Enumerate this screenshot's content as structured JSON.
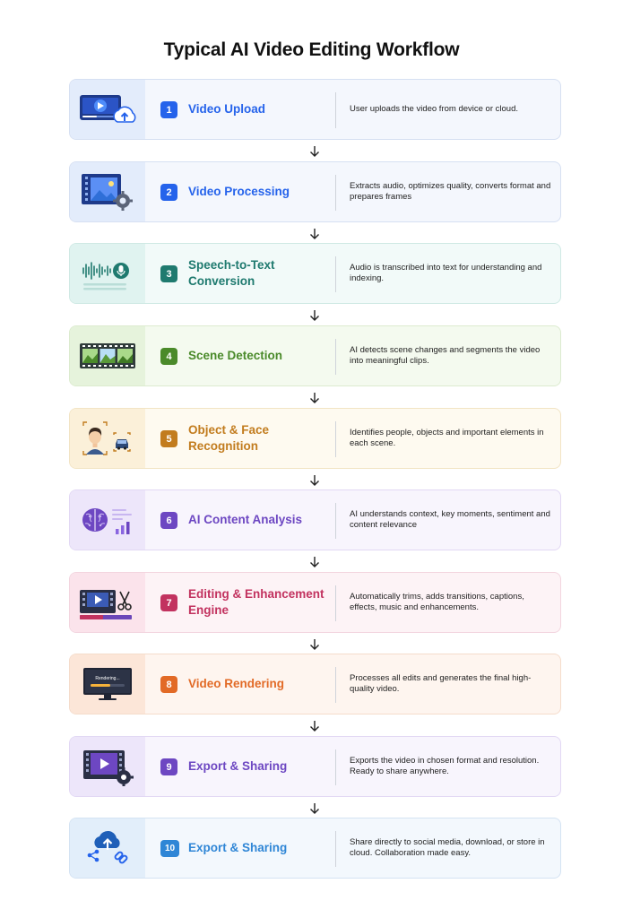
{
  "title": "Typical AI Video Editing Workflow",
  "steps": [
    {
      "number": "1",
      "title": "Video Upload",
      "description": "User uploads the video from device or cloud.",
      "icon": "video-upload-icon",
      "accent": "#2563eb",
      "panel": "#e3ecfb",
      "bg": "#f4f7fd",
      "border": "#d6e0f2"
    },
    {
      "number": "2",
      "title": "Video Processing",
      "description": "Extracts audio, optimizes quality, converts format and prepares frames",
      "icon": "video-processing-icon",
      "accent": "#2563eb",
      "panel": "#e3ecfb",
      "bg": "#f4f7fd",
      "border": "#d6e0f2"
    },
    {
      "number": "3",
      "title": "Speech-to-Text Conversion",
      "description": "Audio is transcribed into text for understanding and indexing.",
      "icon": "speech-to-text-icon",
      "accent": "#1f7a6f",
      "panel": "#e0f3f0",
      "bg": "#f2faf9",
      "border": "#cfe9e4"
    },
    {
      "number": "4",
      "title": "Scene Detection",
      "description": "AI detects scene changes and segments the video into meaningful clips.",
      "icon": "film-strip-icon",
      "accent": "#4a8a2a",
      "panel": "#e6f3dc",
      "bg": "#f4faef",
      "border": "#dcebcf"
    },
    {
      "number": "5",
      "title": "Object & Face Recognition",
      "description": "Identifies people, objects and important elements in each scene.",
      "icon": "face-recognition-icon",
      "accent": "#c27c1e",
      "panel": "#fbf0d9",
      "bg": "#fefaf0",
      "border": "#f2e4c4"
    },
    {
      "number": "6",
      "title": "AI Content Analysis",
      "description": "AI understands context, key moments, sentiment and content relevance",
      "icon": "brain-analysis-icon",
      "accent": "#6d47c2",
      "panel": "#ede6fa",
      "bg": "#f8f5fd",
      "border": "#e2d8f4"
    },
    {
      "number": "7",
      "title": "Editing & Enhancement Engine",
      "description": "Automatically trims, adds transitions, captions, effects, music and enhancements.",
      "icon": "editing-scissors-icon",
      "accent": "#c2325f",
      "panel": "#fbe3eb",
      "bg": "#fdf3f6",
      "border": "#f3d5df"
    },
    {
      "number": "8",
      "title": "Video Rendering",
      "description": "Processes all edits and generates the final high-quality video.",
      "icon": "rendering-monitor-icon",
      "accent": "#e26a26",
      "panel": "#fce6d8",
      "bg": "#fef5ef",
      "border": "#f5dccb"
    },
    {
      "number": "9",
      "title": "Export & Sharing",
      "description": "Exports the video in chosen format and resolution. Ready to share anywhere.",
      "icon": "video-export-icon",
      "accent": "#6d47c2",
      "panel": "#ede6fa",
      "bg": "#f8f5fd",
      "border": "#e2d8f4"
    },
    {
      "number": "10",
      "title": "Export & Sharing",
      "description": "Share directly to social media, download, or store in cloud. Collaboration made easy.",
      "icon": "cloud-share-icon",
      "accent": "#2f86d6",
      "panel": "#e2eefa",
      "bg": "#f3f8fd",
      "border": "#d4e3f3"
    }
  ]
}
